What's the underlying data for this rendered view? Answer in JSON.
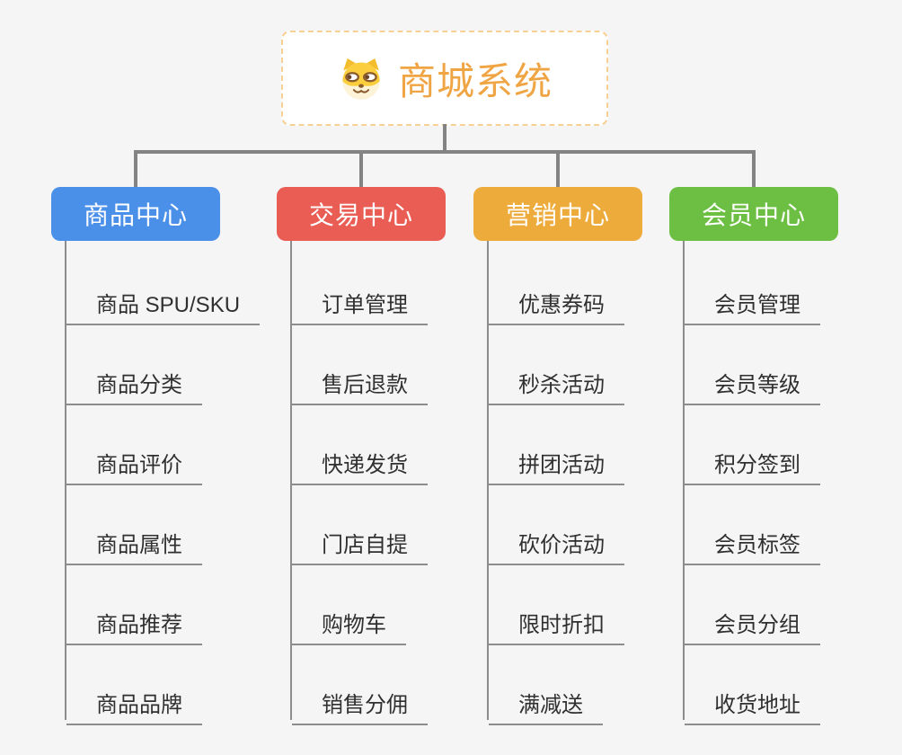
{
  "root": {
    "title": "商城系统",
    "icon": "dog-face-icon"
  },
  "branches": [
    {
      "label": "商品中心",
      "color": "#4a8fe8",
      "items": [
        "商品 SPU/SKU",
        "商品分类",
        "商品评价",
        "商品属性",
        "商品推荐",
        "商品品牌"
      ]
    },
    {
      "label": "交易中心",
      "color": "#e95d55",
      "items": [
        "订单管理",
        "售后退款",
        "快递发货",
        "门店自提",
        "购物车",
        "销售分佣"
      ]
    },
    {
      "label": "营销中心",
      "color": "#edab3c",
      "items": [
        "优惠券码",
        "秒杀活动",
        "拼团活动",
        "砍价活动",
        "限时折扣",
        "满减送"
      ]
    },
    {
      "label": "会员中心",
      "color": "#6cbf43",
      "items": [
        "会员管理",
        "会员等级",
        "积分签到",
        "会员标签",
        "会员分组",
        "收货地址"
      ]
    }
  ],
  "colors": {
    "background": "#f5f5f6",
    "connector": "#838383",
    "underline": "#8d8d8d",
    "item_text": "#303030",
    "root_text": "#f0a545",
    "root_border": "#f6d193",
    "node_text": "#ffffff"
  }
}
